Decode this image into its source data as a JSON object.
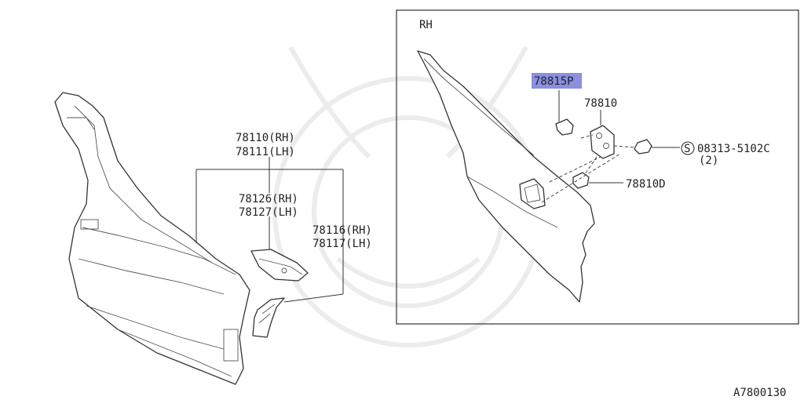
{
  "labels": {
    "side": "RH",
    "p78110_rh": "78110(RH)",
    "p78111_lh": "78111(LH)",
    "p78126_rh": "78126(RH)",
    "p78127_lh": "78127(LH)",
    "p78116_rh": "78116(RH)",
    "p78117_lh": "78117(LH)",
    "p78815p": "78815P",
    "p78810": "78810",
    "p78810d": "78810D",
    "screw_symbol": "S",
    "screw_number": "08313-5102C",
    "screw_qty": "(2)",
    "diagram_code": "A7800130"
  },
  "colors": {
    "highlight": "#8a8fe0",
    "line": "#333333",
    "watermark": "#ececec"
  }
}
